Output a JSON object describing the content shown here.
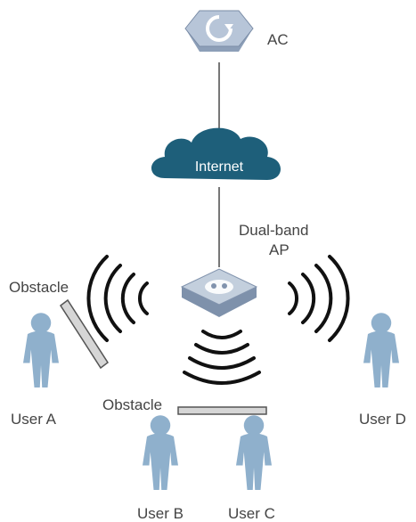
{
  "labels": {
    "ac": "AC",
    "internet": "Internet",
    "ap_line1": "Dual-band",
    "ap_line2": "AP",
    "obstacle_left": "Obstacle",
    "obstacle_bottom": "Obstacle",
    "user_a": "User A",
    "user_b": "User B",
    "user_c": "User C",
    "user_d": "User D"
  },
  "icons": {
    "ac": "ac-controller-icon",
    "cloud": "internet-cloud-icon",
    "ap": "access-point-icon",
    "user": "user-icon",
    "waves": "wireless-waves-icon"
  },
  "colors": {
    "device_fill": "#aebdd0",
    "device_dark": "#6f84a0",
    "cloud": "#1e5f7a",
    "user": "#8fb0cc",
    "user_dark": "#5f86a8",
    "waves": "#111111",
    "obstacle": "#d6d6d6",
    "line": "#777777"
  }
}
